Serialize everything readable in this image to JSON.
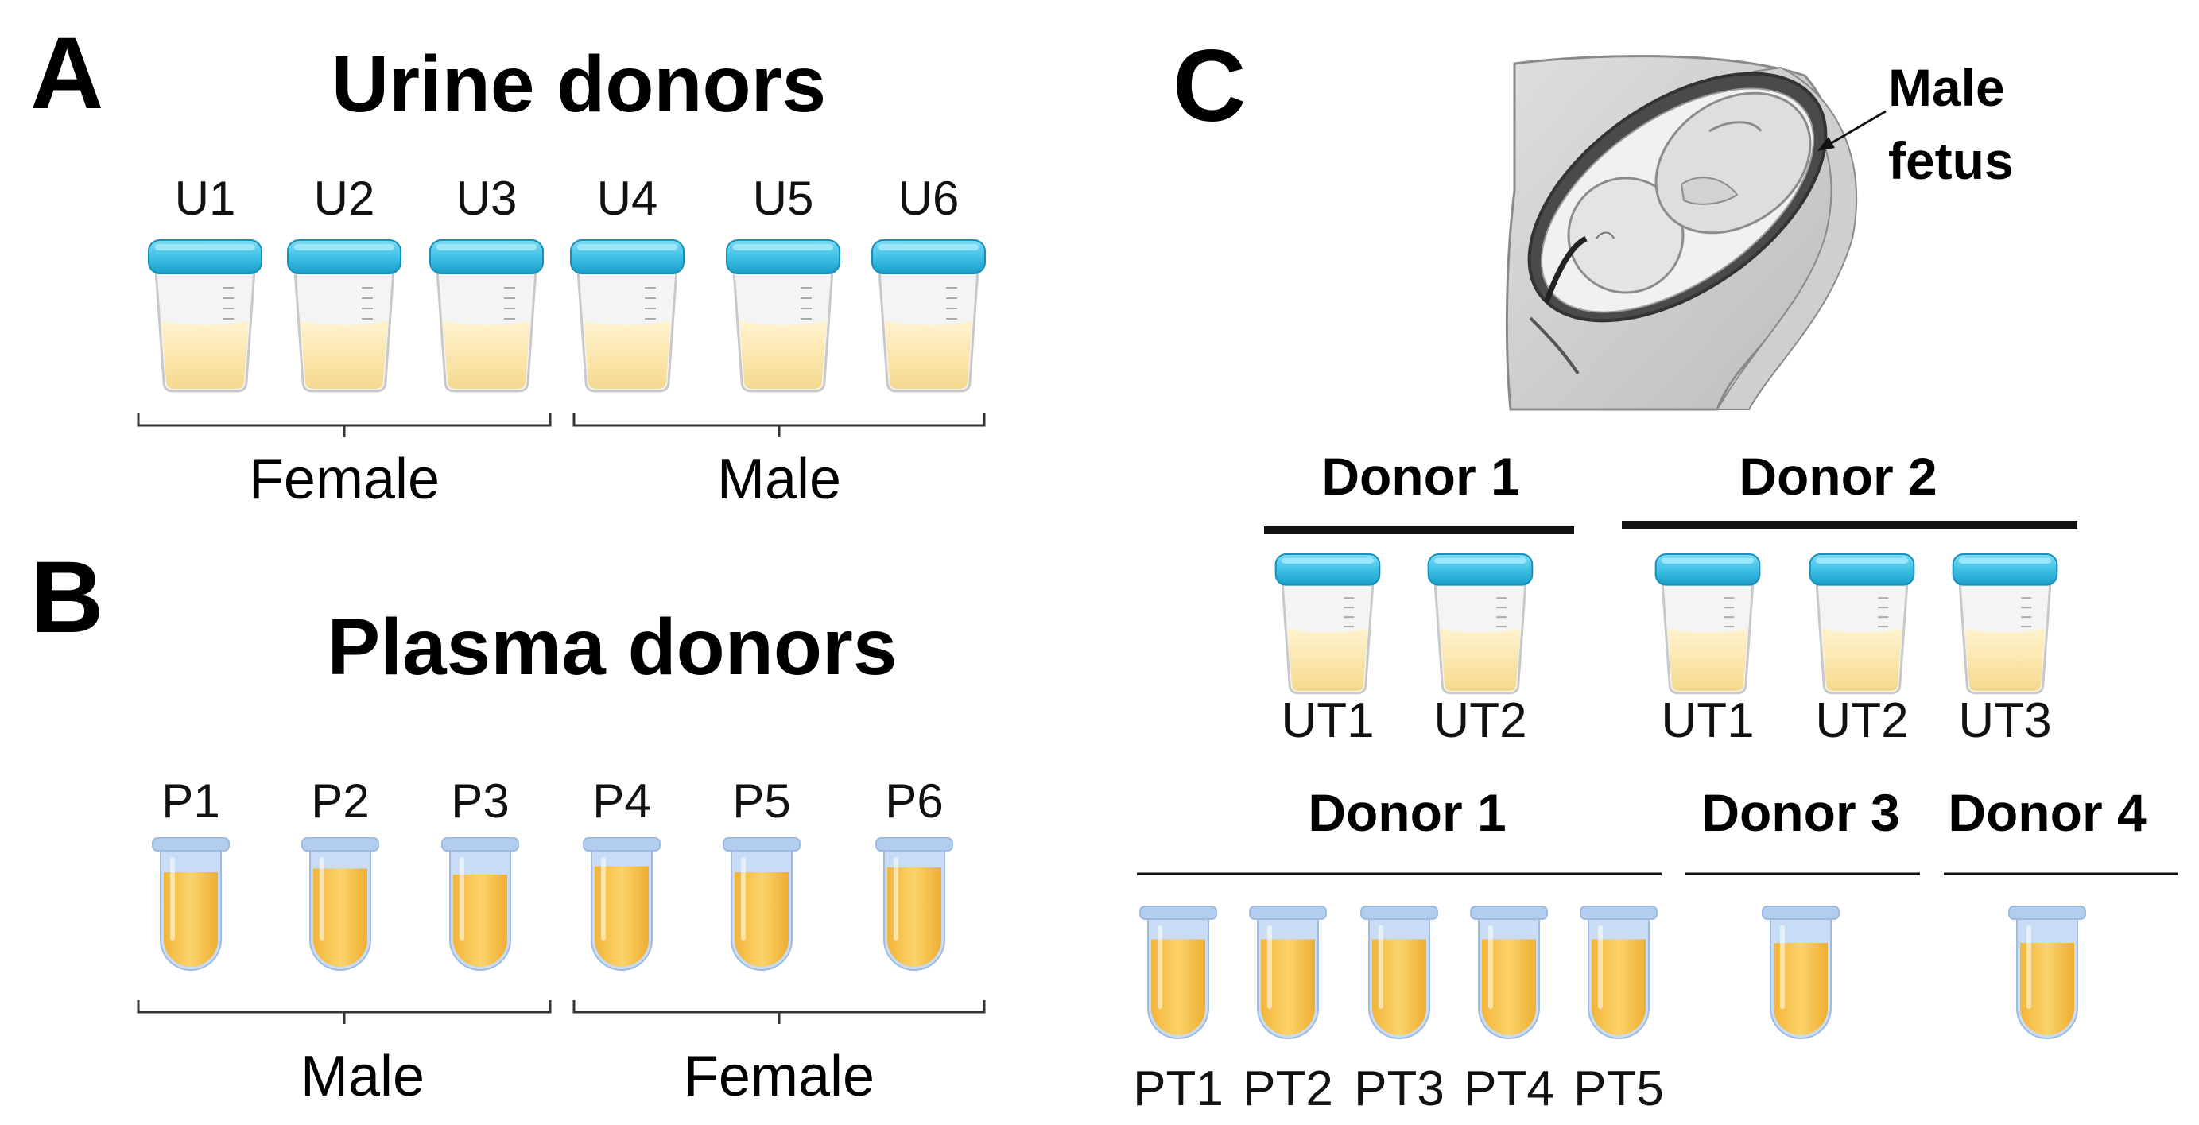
{
  "panelA": {
    "letter": "A",
    "title": "Urine donors",
    "cups": [
      "U1",
      "U2",
      "U3",
      "U4",
      "U5",
      "U6"
    ],
    "groups": [
      "Female",
      "Male"
    ]
  },
  "panelB": {
    "letter": "B",
    "title": "Plasma donors",
    "tubes": [
      "P1",
      "P2",
      "P3",
      "P4",
      "P5",
      "P6"
    ],
    "groups": [
      "Male",
      "Female"
    ]
  },
  "panelC": {
    "letter": "C",
    "fetus_label": [
      "Male",
      "fetus"
    ],
    "urine_donors": [
      {
        "name": "Donor 1",
        "samples": [
          "UT1",
          "UT2"
        ]
      },
      {
        "name": "Donor 2",
        "samples": [
          "UT1",
          "UT2",
          "UT3"
        ]
      }
    ],
    "plasma_donors": [
      {
        "name": "Donor 1",
        "samples": [
          "PT1",
          "PT2",
          "PT3",
          "PT4",
          "PT5"
        ]
      },
      {
        "name": "Donor 3",
        "samples": []
      },
      {
        "name": "Donor 4",
        "samples": []
      }
    ]
  },
  "colors": {
    "lid": "#3fc1e6",
    "lid_dark": "#1a9ec8",
    "urine": "#fbe6b2",
    "cup_glass": "#f4f4f4",
    "tube_glass": "#c9dcf5",
    "plasma": "#f9c454",
    "text": "#111111"
  }
}
